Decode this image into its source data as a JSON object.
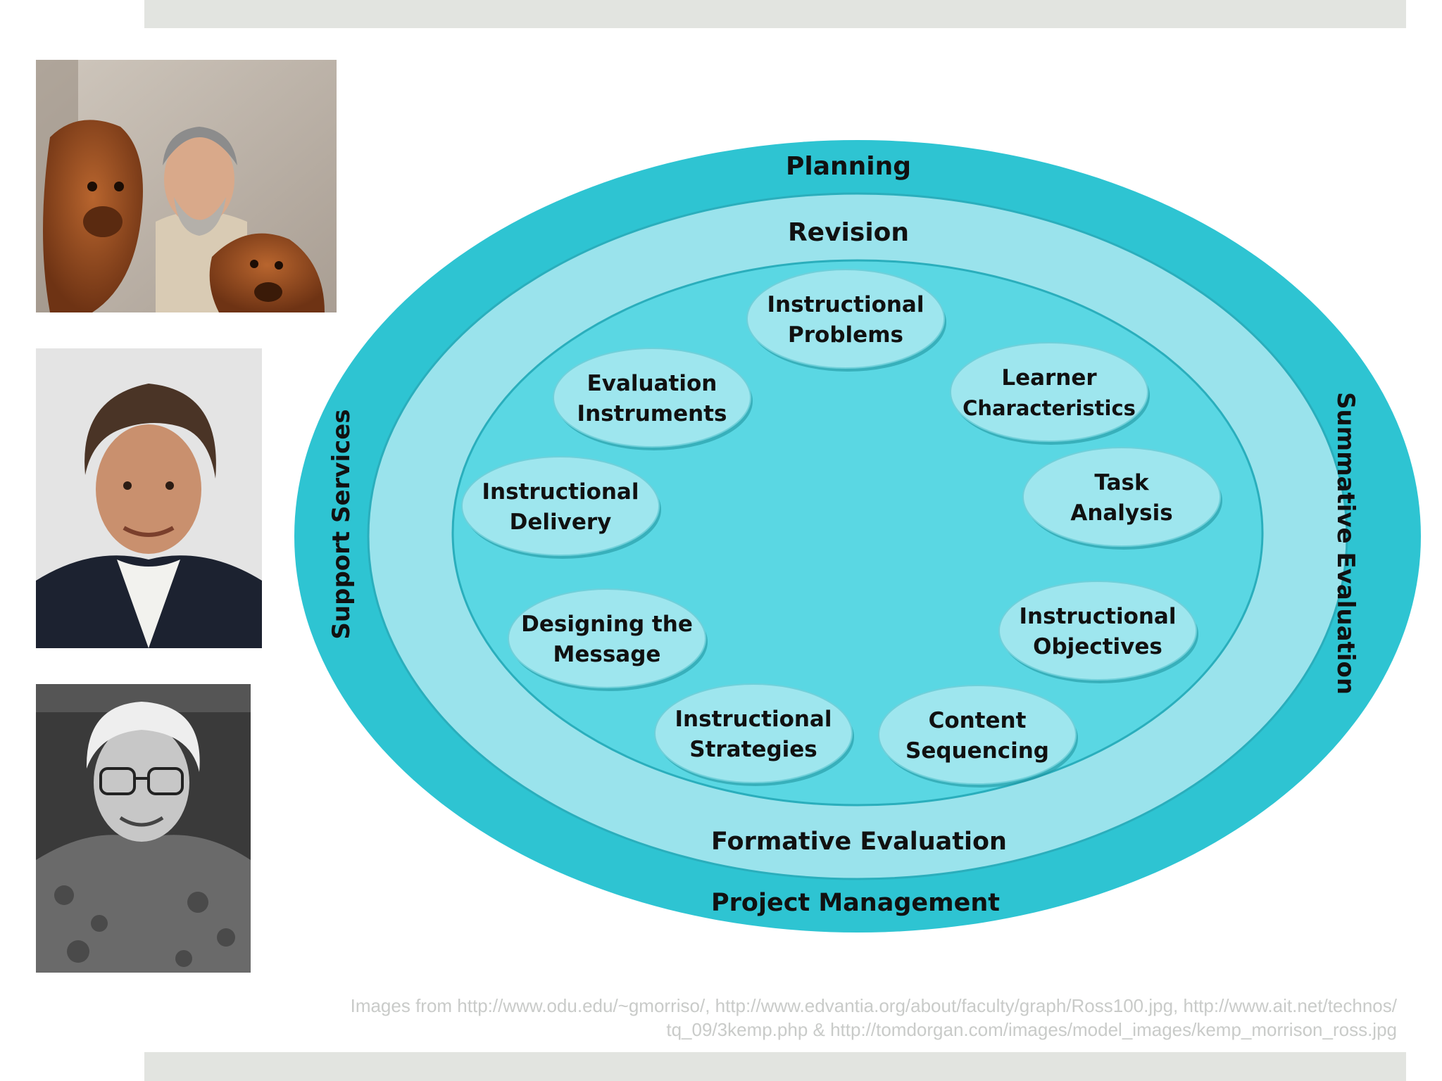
{
  "slide": {
    "bar_color": "#e2e4e0",
    "photos": [
      {
        "name": "portrait-with-dogs",
        "description_icon": "photo-icon"
      },
      {
        "name": "portrait-curly-hair",
        "description_icon": "photo-icon"
      },
      {
        "name": "portrait-grayscale-glasses",
        "description_icon": "photo-icon"
      }
    ],
    "credit": {
      "line1": "Images from http://www.odu.edu/~gmorriso/, http://www.edvantia.org/about/faculty/graph/Ross100.jpg,  http://www.ait.net/technos/",
      "line2": "tq_09/3kemp.php & http://tomdorgan.com/images/model_images/kemp_morrison_ross.jpg"
    }
  },
  "diagram": {
    "colors": {
      "outer_ring": "#2ec4d2",
      "middle_ring": "#9ae3ec",
      "inner_area": "#5ad7e3",
      "node_fill": "#9ee6ee"
    },
    "outer_ring": {
      "top": "Planning",
      "left": "Support Services",
      "right": "Summative Evaluation",
      "bottom": "Project Management"
    },
    "middle_ring": {
      "top": "Revision",
      "bottom": "Formative Evaluation"
    },
    "nodes": [
      {
        "line1": "Instructional",
        "line2": "Problems"
      },
      {
        "line1": "Learner",
        "line2": "Characteristics"
      },
      {
        "line1": "Task",
        "line2": "Analysis"
      },
      {
        "line1": "Instructional",
        "line2": "Objectives"
      },
      {
        "line1": "Content",
        "line2": "Sequencing"
      },
      {
        "line1": "Instructional",
        "line2": "Strategies"
      },
      {
        "line1": "Designing the",
        "line2": "Message"
      },
      {
        "line1": "Instructional",
        "line2": "Delivery"
      },
      {
        "line1": "Evaluation",
        "line2": "Instruments"
      }
    ]
  }
}
